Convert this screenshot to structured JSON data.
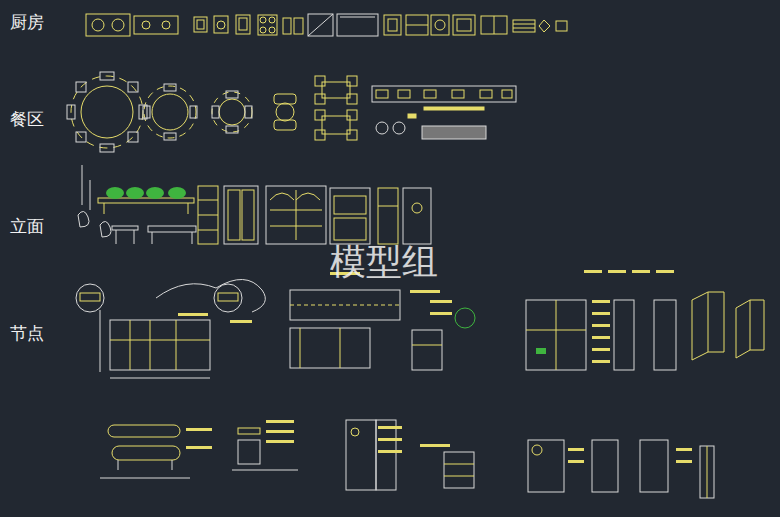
{
  "diagram": {
    "labels": [
      "厨房",
      "餐区",
      "立面",
      "节点",
      "模型组"
    ]
  }
}
